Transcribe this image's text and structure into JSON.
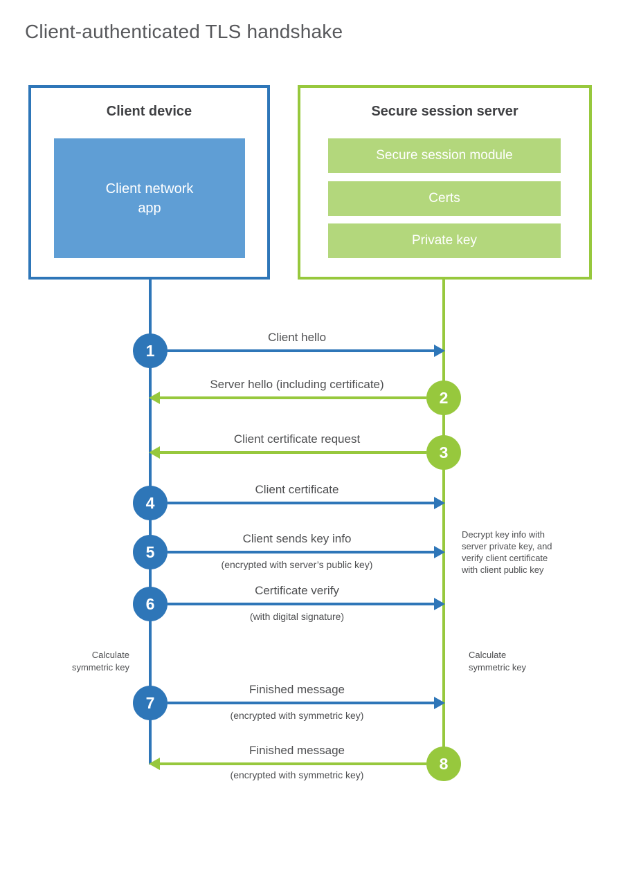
{
  "title": "Client-authenticated TLS handshake",
  "colors": {
    "blue": "#2e76b8",
    "blue_fill": "#5f9ed5",
    "green": "#97c83d",
    "green_fill": "#b3d77c",
    "text": "#4d4e50"
  },
  "client": {
    "title": "Client device",
    "app_lines": [
      "Client network",
      "app"
    ]
  },
  "server": {
    "title": "Secure session server",
    "modules": [
      "Secure session module",
      "Certs",
      "Private key"
    ]
  },
  "steps": [
    {
      "num": "1",
      "label": "Client hello",
      "direction": "right",
      "color": "blue"
    },
    {
      "num": "2",
      "label": "Server hello (including certificate)",
      "direction": "left",
      "color": "green"
    },
    {
      "num": "3",
      "label": "Client certificate request",
      "direction": "left",
      "color": "green"
    },
    {
      "num": "4",
      "label": "Client certificate",
      "direction": "right",
      "color": "blue"
    },
    {
      "num": "5",
      "label": "Client sends key info",
      "sublabel": "(encrypted with server’s public key)",
      "direction": "right",
      "color": "blue"
    },
    {
      "num": "6",
      "label": "Certificate verify",
      "sublabel": "(with digital signature)",
      "direction": "right",
      "color": "blue"
    },
    {
      "num": "7",
      "label": "Finished message",
      "sublabel": "(encrypted with symmetric key)",
      "direction": "right",
      "color": "blue"
    },
    {
      "num": "8",
      "label": "Finished message",
      "sublabel": "(encrypted with symmetric key)",
      "direction": "left",
      "color": "green"
    }
  ],
  "notes": {
    "decrypt_lines": [
      "Decrypt key info with",
      "server private key, and",
      "verify client certificate",
      "with client public key"
    ],
    "calc_left_lines": [
      "Calculate",
      "symmetric key"
    ],
    "calc_right_lines": [
      "Calculate",
      "symmetric key"
    ]
  }
}
